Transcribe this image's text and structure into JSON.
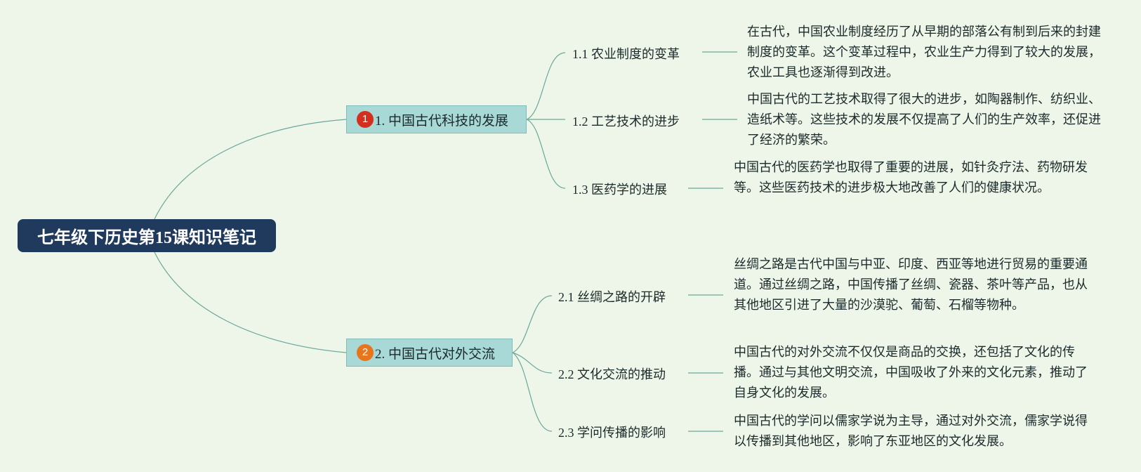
{
  "root": {
    "title": "七年级下历史第15课知识笔记"
  },
  "branches": [
    {
      "number": "1",
      "label": "1. 中国古代科技的发展",
      "badge_color": "#d32e1e",
      "children": [
        {
          "label": "1.1 农业制度的变革",
          "note": "在古代，中国农业制度经历了从早期的部落公有制到后来的封建制度的变革。这个变革过程中，农业生产力得到了较大的发展，农业工具也逐渐得到改进。"
        },
        {
          "label": "1.2 工艺技术的进步",
          "note": "中国古代的工艺技术取得了很大的进步，如陶器制作、纺织业、造纸术等。这些技术的发展不仅提高了人们的生产效率，还促进了经济的繁荣。"
        },
        {
          "label": "1.3 医药学的进展",
          "note": "中国古代的医药学也取得了重要的进展，如针灸疗法、药物研发等。这些医药技术的进步极大地改善了人们的健康状况。"
        }
      ]
    },
    {
      "number": "2",
      "label": "2. 中国古代对外交流",
      "badge_color": "#e8741c",
      "children": [
        {
          "label": "2.1 丝绸之路的开辟",
          "note": "丝绸之路是古代中国与中亚、印度、西亚等地进行贸易的重要通道。通过丝绸之路，中国传播了丝绸、瓷器、茶叶等产品，也从其他地区引进了大量的沙漠驼、葡萄、石榴等物种。"
        },
        {
          "label": "2.2 文化交流的推动",
          "note": "中国古代的对外交流不仅仅是商品的交换，还包括了文化的传播。通过与其他文明交流，中国吸收了外来的文化元素，推动了自身文化的发展。"
        },
        {
          "label": "2.3 学问传播的影响",
          "note": "中国古代的学问以儒家学说为主导，通过对外交流，儒家学说得以传播到其他地区，影响了东亚地区的文化发展。"
        }
      ]
    }
  ]
}
